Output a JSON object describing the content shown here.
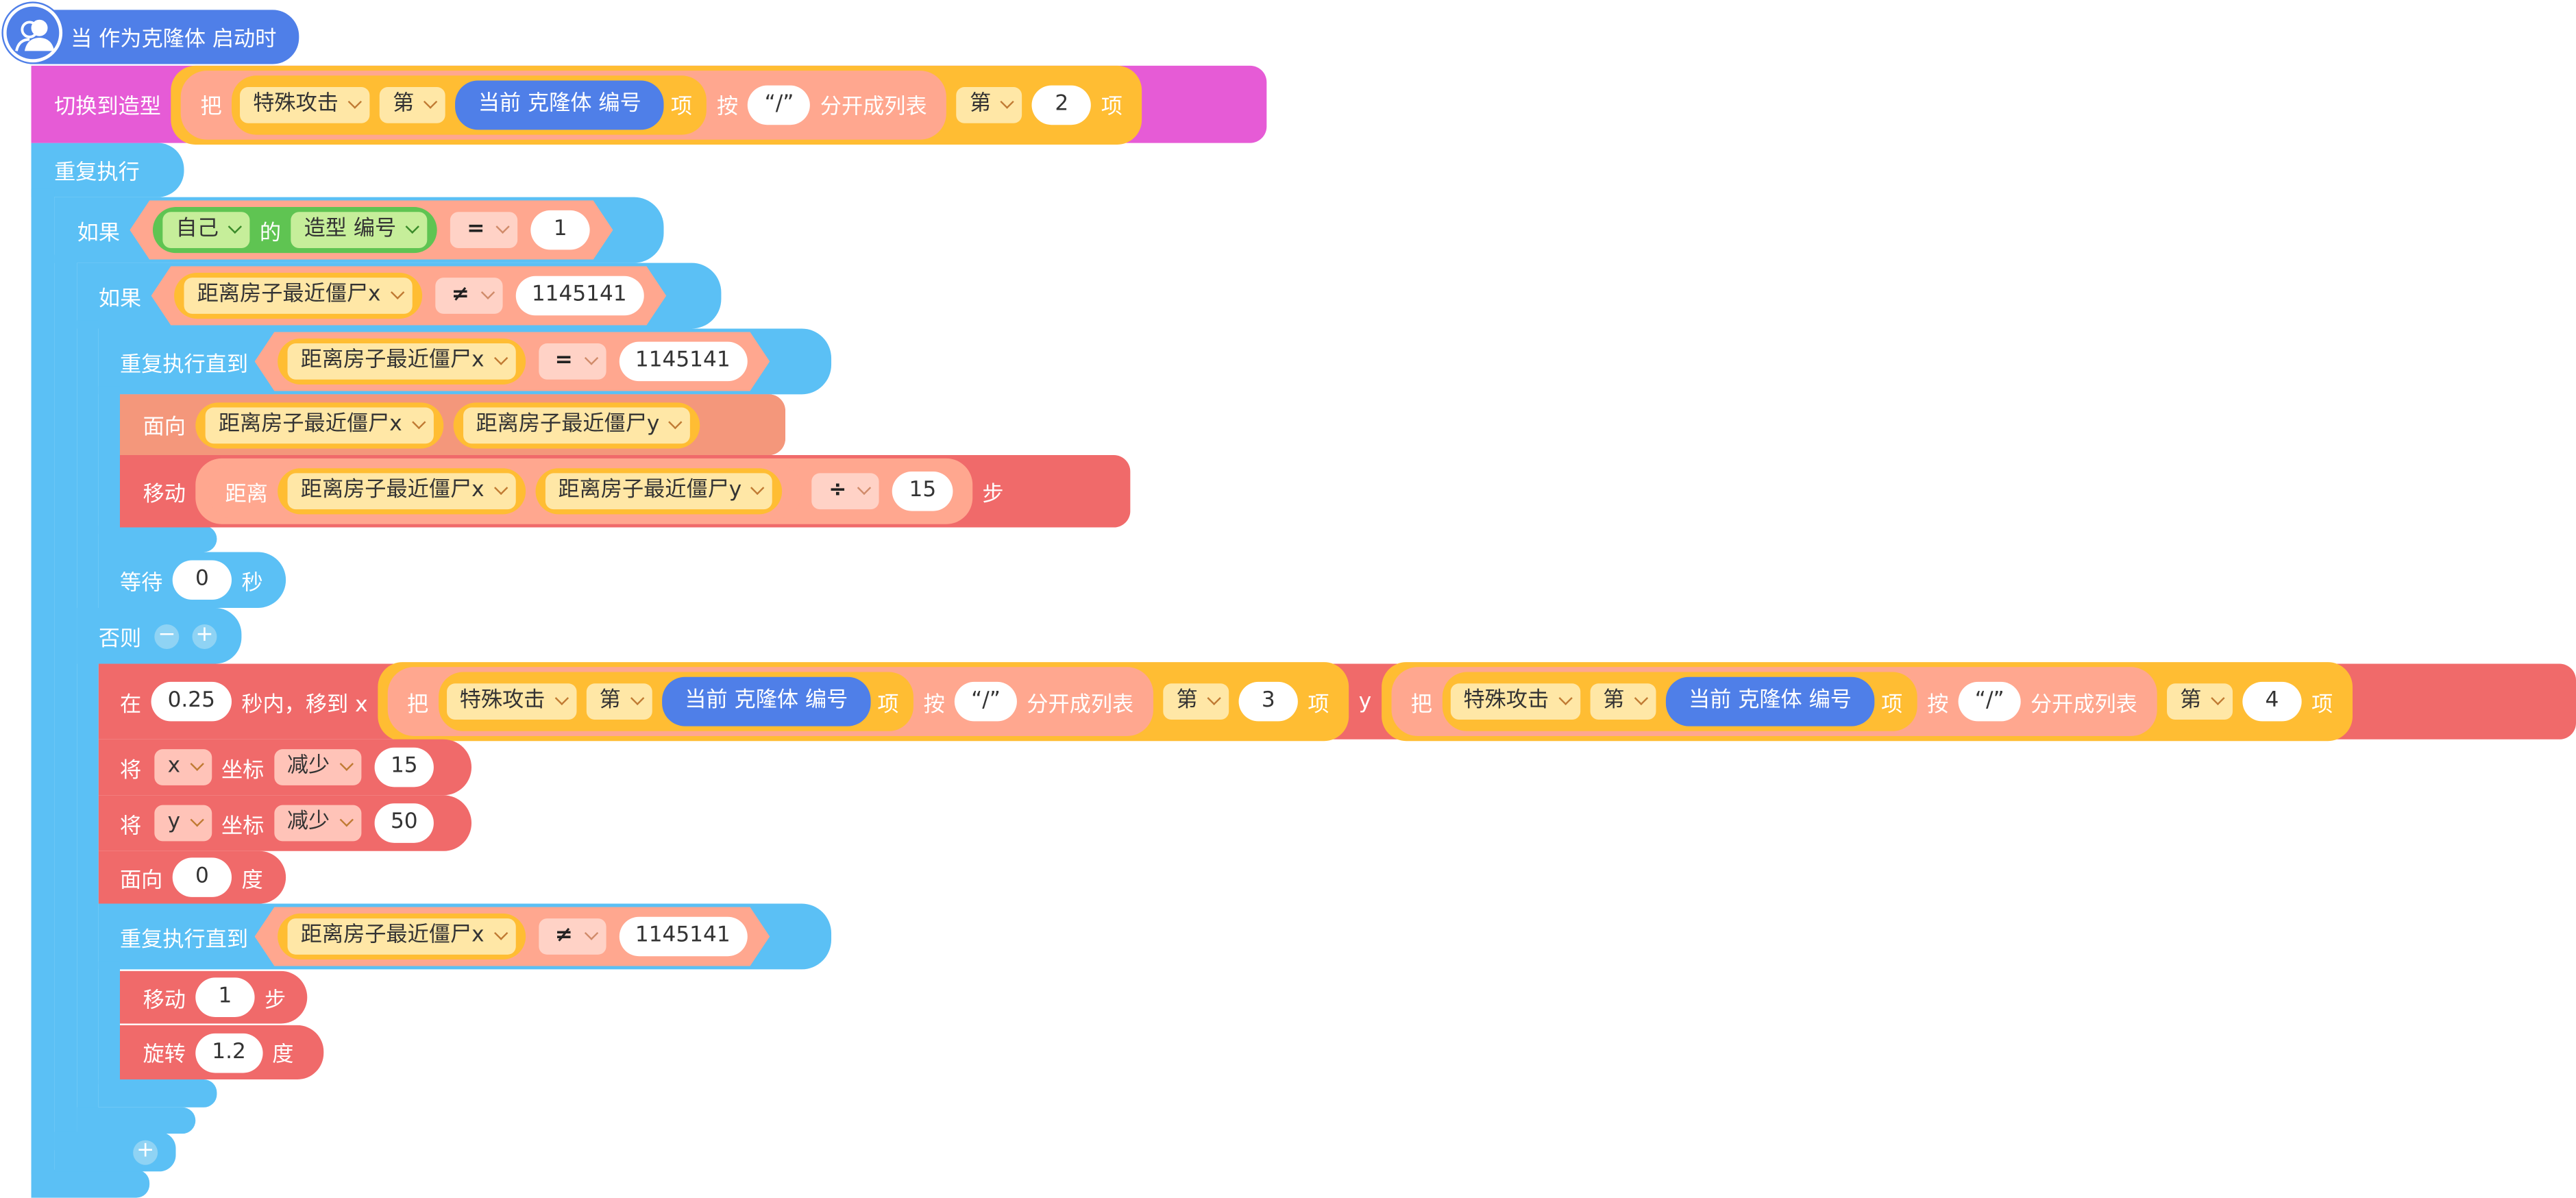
{
  "colors": {
    "control": "#5bc0f5",
    "motion": "#f06a6a",
    "looks": "#e65bd6",
    "event": "#4f7fe8",
    "data": "#ffbd33",
    "operator": "#ffa78f",
    "sensing": "#5fc452"
  },
  "hat": {
    "label": "当 作为克隆体 启动时",
    "icon": "clone-user-icon"
  },
  "switch_costume": {
    "label": "切换到造型",
    "ba": "把",
    "var": "特殊攻击",
    "di": "第",
    "clone_id": "当前 克隆体 编号",
    "xiang": "项",
    "an": "按",
    "separator": "“/”",
    "split": "分开成列表",
    "di2": "第",
    "index": "2",
    "xiang2": "项"
  },
  "forever": {
    "label": "重复执行"
  },
  "if_outer": {
    "label": "如果",
    "self": "自己",
    "de": "的",
    "attr": "造型 编号",
    "op": "=",
    "value": "1"
  },
  "if_inner": {
    "label": "如果",
    "var": "距离房子最近僵尸x",
    "op": "≠",
    "value": "1145141"
  },
  "repeat_until_1": {
    "label": "重复执行直到",
    "var": "距离房子最近僵尸x",
    "op": "=",
    "value": "1145141"
  },
  "point_towards": {
    "label": "面向",
    "x": "距离房子最近僵尸x",
    "y": "距离房子最近僵尸y"
  },
  "move_distance": {
    "label": "移动",
    "dist": "距离",
    "x": "距离房子最近僵尸x",
    "y": "距离房子最近僵尸y",
    "op": "÷",
    "value": "15",
    "steps": "步"
  },
  "wait": {
    "label": "等待",
    "value": "0",
    "unit": "秒"
  },
  "else": {
    "label": "否则",
    "minus": "−",
    "plus": "+"
  },
  "glide": {
    "zai": "在",
    "seconds": "0.25",
    "label": "秒内，移到 x",
    "x_expr": {
      "ba": "把",
      "var": "特殊攻击",
      "di": "第",
      "clone_id": "当前 克隆体 编号",
      "xiang": "项",
      "an": "按",
      "separator": "“/”",
      "split": "分开成列表",
      "di2": "第",
      "index": "3",
      "xiang2": "项"
    },
    "y_label": "y",
    "y_expr": {
      "ba": "把",
      "var": "特殊攻击",
      "di": "第",
      "clone_id": "当前 克隆体 编号",
      "xiang": "项",
      "an": "按",
      "separator": "“/”",
      "split": "分开成列表",
      "di2": "第",
      "index": "4",
      "xiang2": "项"
    }
  },
  "change_x": {
    "jiang": "将",
    "axis": "x",
    "coord": "坐标",
    "mode": "减少",
    "value": "15"
  },
  "change_y": {
    "jiang": "将",
    "axis": "y",
    "coord": "坐标",
    "mode": "减少",
    "value": "50"
  },
  "point_dir": {
    "label": "面向",
    "value": "0",
    "unit": "度"
  },
  "repeat_until_2": {
    "label": "重复执行直到",
    "var": "距离房子最近僵尸x",
    "op": "≠",
    "value": "1145141"
  },
  "move_steps": {
    "label": "移动",
    "value": "1",
    "unit": "步"
  },
  "turn": {
    "label": "旋转",
    "value": "1.2",
    "unit": "度"
  },
  "if_plus": {
    "plus": "+"
  }
}
